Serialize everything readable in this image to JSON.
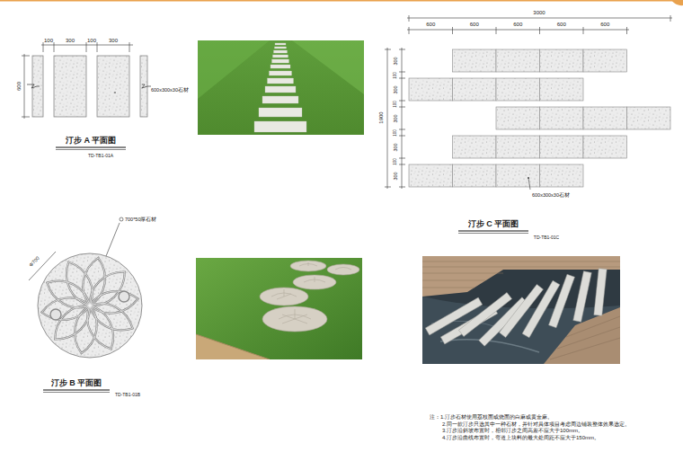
{
  "diagram": {
    "labels": [
      "100",
      "300",
      "100",
      "300",
      "600",
      "600x300x30石材",
      "汀步 A 平面图",
      "TD-TB1-01A",
      "3000",
      "600",
      "600",
      "600",
      "600",
      "600",
      "1900",
      "300",
      "100",
      "300",
      "100",
      "300",
      "100",
      "300",
      "100",
      "300",
      "600x300x30石材",
      "汀步 C 平面图",
      "TD-TB1-01C",
      "700*50厚石材",
      "Φ700",
      "汀步 B 平面图",
      "TD-TB1-01B",
      "注：1.汀步石材使用荔枝面或烧面的白麻或黄金麻。",
      "2.同一款汀步只选其中一种石材，并针对具体项目考虑周边铺装整体效果选定。",
      "3.汀步沿斜坡布置时，相邻汀步之间高差不应大于100mm。",
      "4.汀步沿曲线布置时，弯道上块料的最大处间距不应大于150mm。"
    ]
  }
}
